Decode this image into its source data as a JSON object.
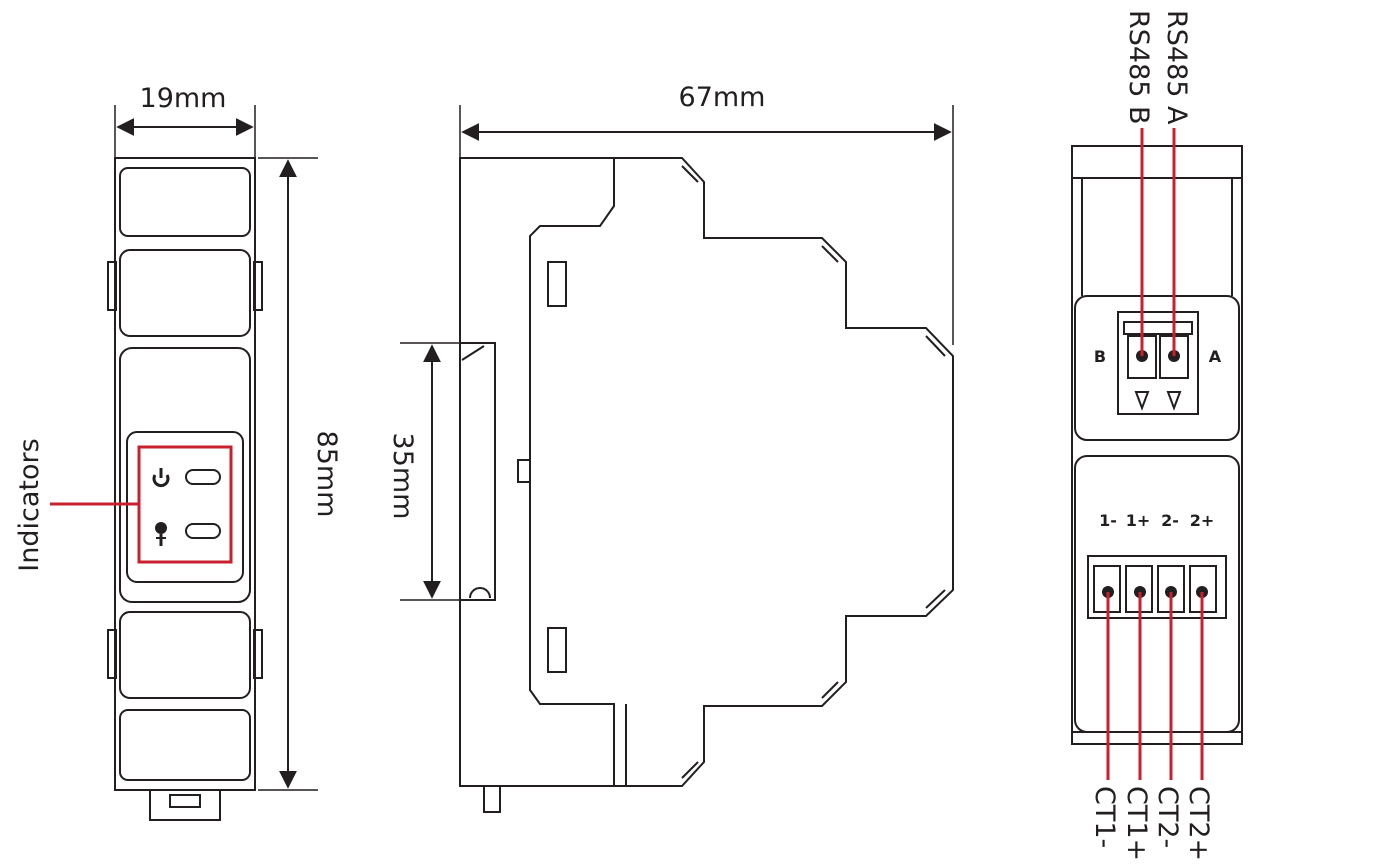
{
  "front_view": {
    "width_label": "19mm",
    "height_label": "85mm",
    "indicators_label": "Indicators"
  },
  "side_view": {
    "depth_label": "67mm",
    "rail_label": "35mm"
  },
  "terminal_view": {
    "top_wire_labels": [
      "RS485 B",
      "RS485 A"
    ],
    "rs485_letters": [
      "B",
      "A"
    ],
    "ct_pin_labels": [
      "1-",
      "1+",
      "2-",
      "2+"
    ],
    "bottom_wire_labels": [
      "CT1-",
      "CT1+",
      "CT2-",
      "CT2+"
    ]
  },
  "colors": {
    "line": "#231f20",
    "highlight": "#c9202f"
  },
  "icons": [
    "power-icon",
    "bulb-icon"
  ]
}
